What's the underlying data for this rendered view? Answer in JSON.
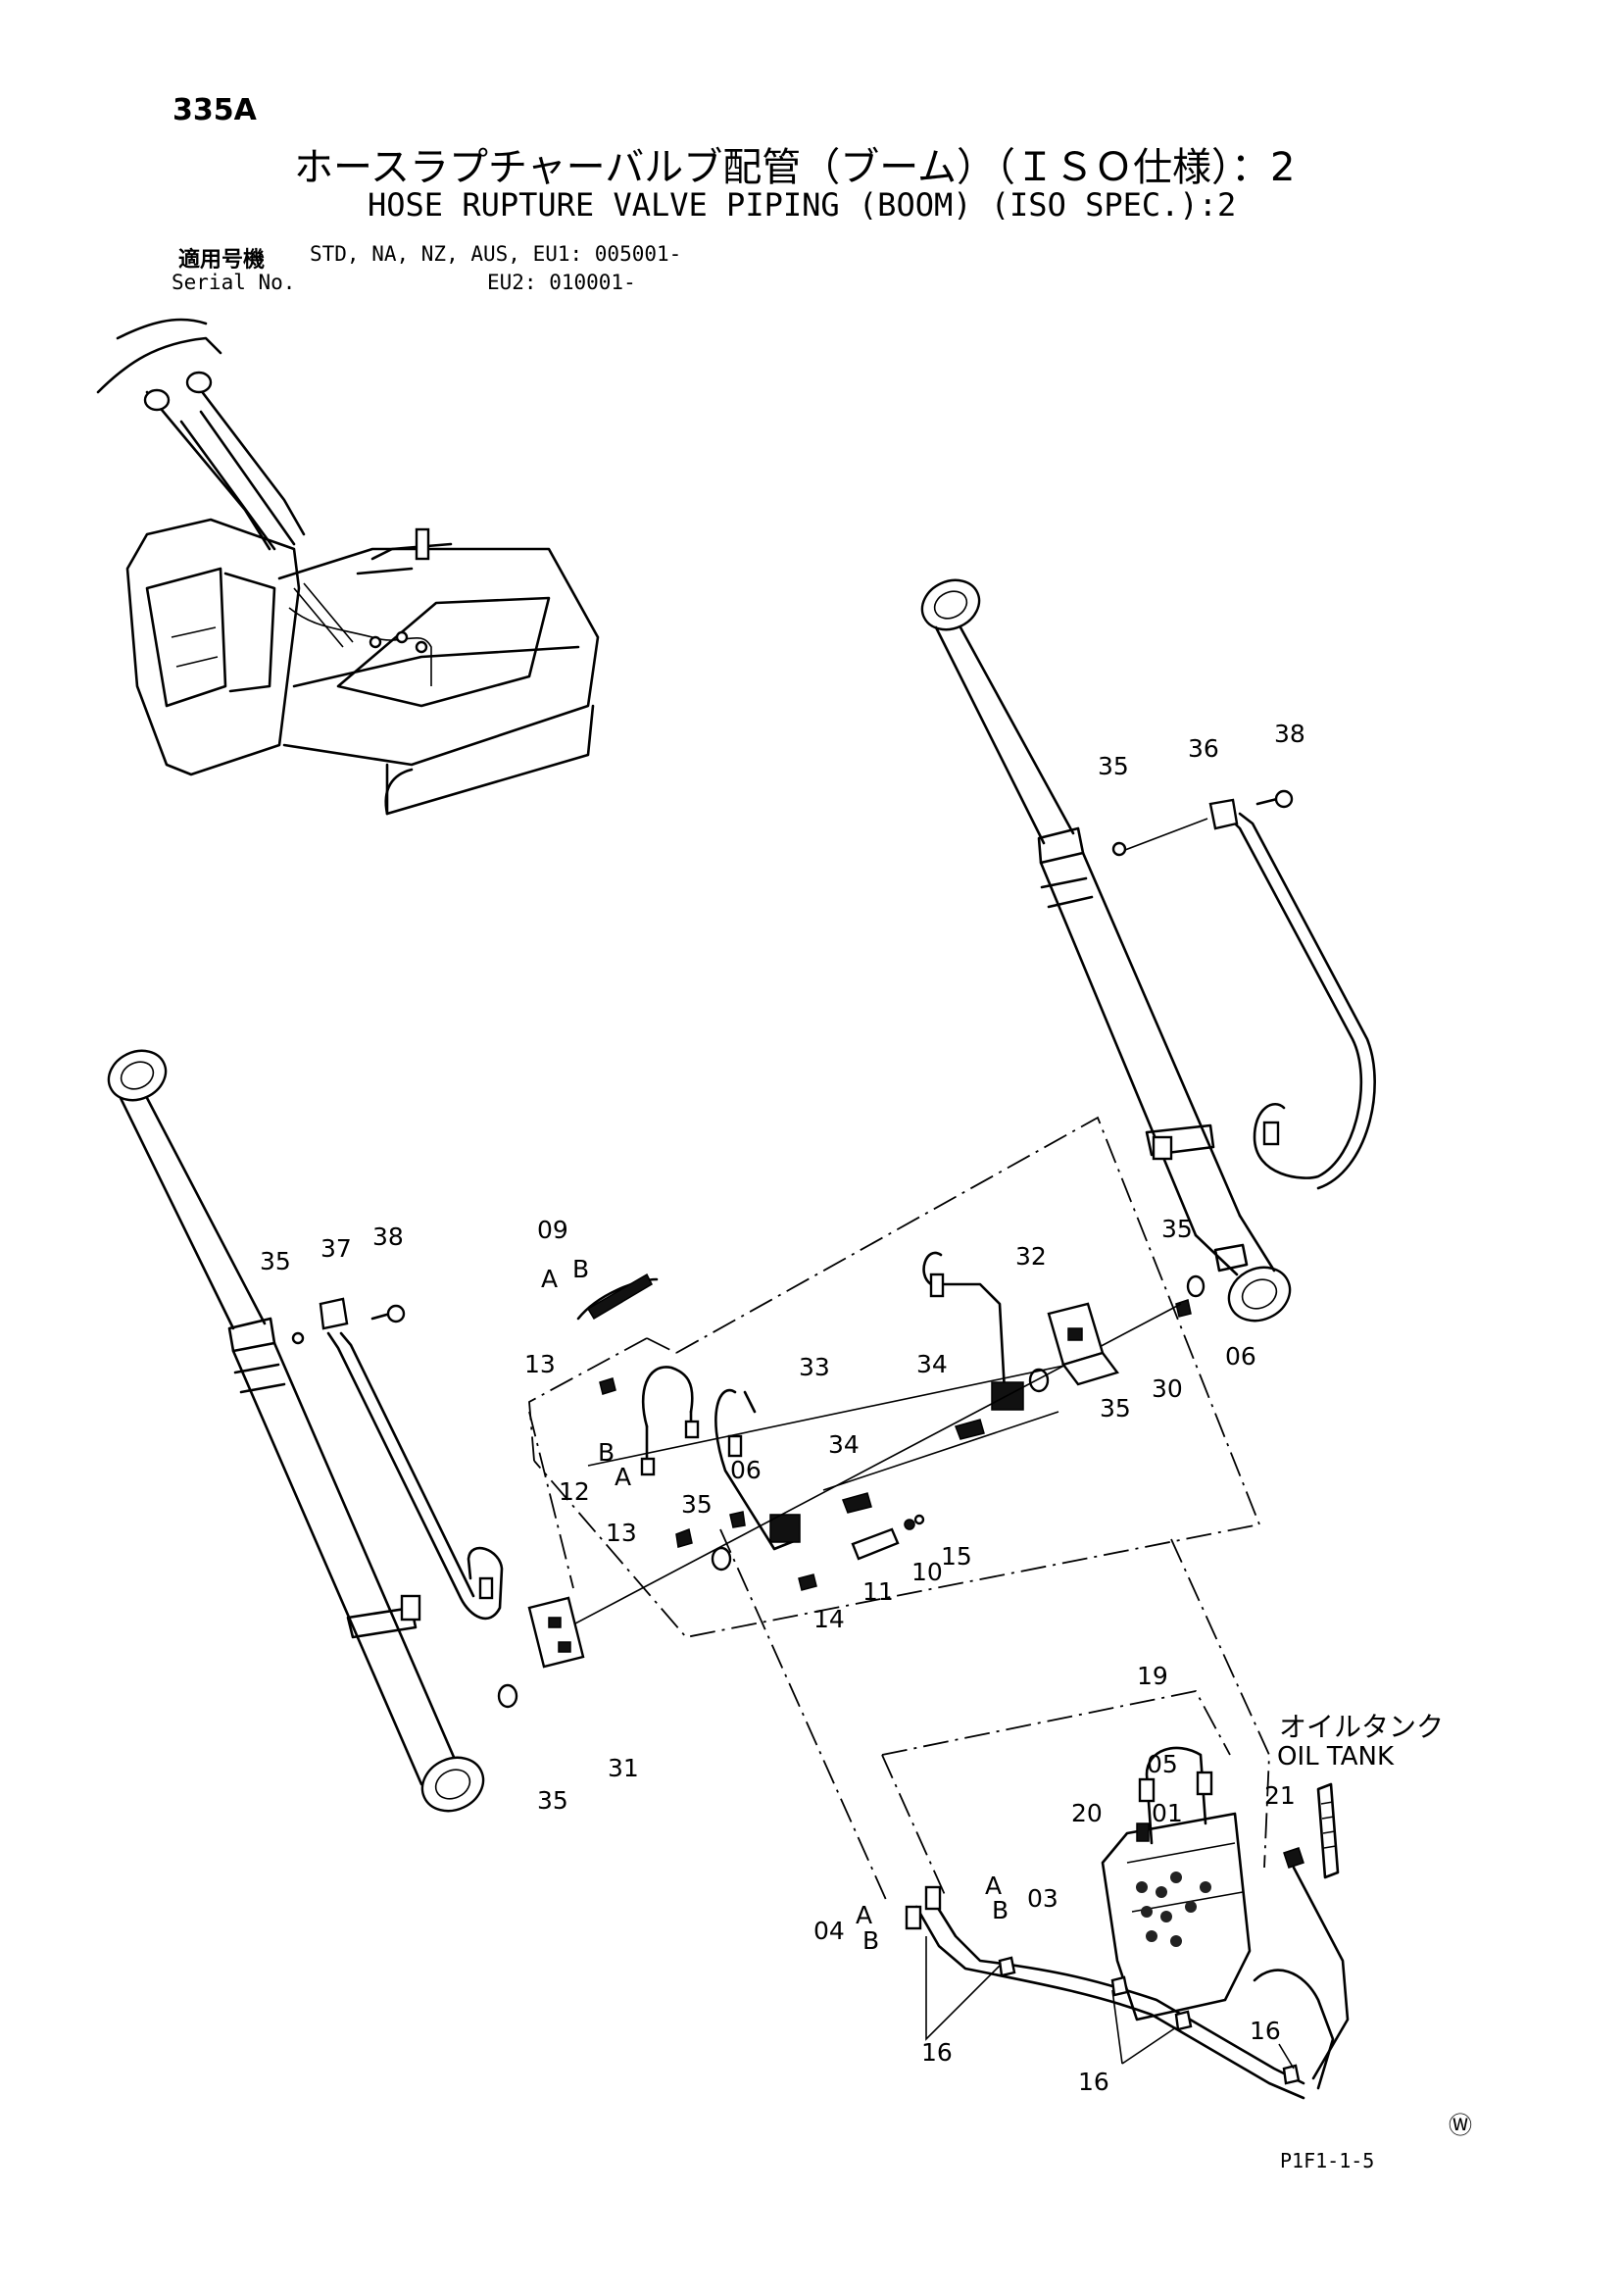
{
  "header": {
    "page_number": "335A",
    "title_jp": "ホースラプチャーバルブ配管（ブーム）（ＩＳＯ仕様）：2",
    "title_en": "HOSE RUPTURE VALVE PIPING (BOOM) (ISO SPEC.):2"
  },
  "applicability": {
    "label_jp": "適用号機",
    "value_line1": "STD, NA, NZ, AUS, EU1: 005001-",
    "label_en": "Serial No.",
    "value_line2": "EU2: 010001-"
  },
  "callouts": {
    "c35a": "35",
    "c36": "36",
    "c38a": "38",
    "c35b": "35",
    "c06a": "06",
    "c30": "30",
    "c35c": "35",
    "c09": "09",
    "c09a": "A",
    "c09b": "B",
    "c32": "32",
    "c33": "33",
    "c34a": "34",
    "c34b": "34",
    "c35d": "35",
    "c37": "37",
    "c38b": "38",
    "c13a": "13",
    "c12": "12",
    "c12b": "B",
    "c12a": "A",
    "c13b": "13",
    "c35e": "35",
    "c06b": "06",
    "c10": "10",
    "c15": "15",
    "c11": "11",
    "c14": "14",
    "c31": "31",
    "c35f": "35",
    "c19": "19",
    "c05": "05",
    "c01": "01",
    "c20": "20",
    "c21": "21",
    "c03": "03",
    "c03a": "A",
    "c03b": "B",
    "c04": "04",
    "c04a": "A",
    "c04b": "B",
    "c16a": "16",
    "c16b": "16",
    "c16c": "16"
  },
  "oil_tank": {
    "label_jp": "オイルタンク",
    "label_en": "OIL TANK"
  },
  "footer": {
    "mark": "Ⓦ",
    "figure_code": "P1F1-1-5"
  }
}
